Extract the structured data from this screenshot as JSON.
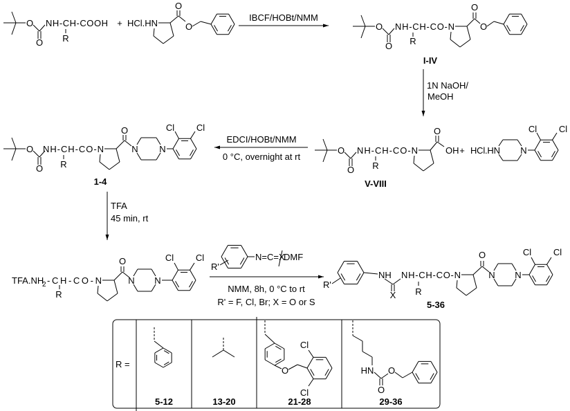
{
  "atoms": {
    "O": "O",
    "N": "N",
    "Cl": "Cl",
    "OH": "OH",
    "X": "X",
    "R": "R",
    "R_prime": "R'",
    "NH": "NH",
    "HN": "HN"
  },
  "plus": "+",
  "compounds": {
    "boc_amino_acid": {
      "chain": "NH-CH-COOH"
    },
    "proline_ester_salt": {
      "salt": "HCl.HN"
    },
    "I_IV": {
      "chain": "NH-CH-CO-N",
      "label": "I-IV"
    },
    "V_VIII": {
      "chain": "NH-CH-CO-N",
      "label": "V-VIII"
    },
    "piperazine_salt": {
      "salt": "HCl.HN"
    },
    "c1_4": {
      "chain": "NH-CH-CO-N",
      "label": "1-4"
    },
    "tfa_salt": {
      "prefix": "TFA.NH",
      "subscript": "2",
      "chain": "-CH-CO-N"
    },
    "isocyanate": {
      "group": "N=C=X",
      "solvent": "DMF"
    },
    "c5_36": {
      "chain": "NH-CH-CO-N",
      "label": "5-36"
    }
  },
  "reactions": {
    "step1": {
      "reagents": "IBCF/HOBt/NMM"
    },
    "step2": {
      "line1": "1N NaOH/",
      "line2": "MeOH"
    },
    "step3": {
      "line1": "EDCI/HOBt/NMM",
      "line2": "0 °C, overnight at rt"
    },
    "step4": {
      "line1": "TFA",
      "line2": "45 min, rt"
    },
    "step5": {
      "line1": "NMM, 8h, 0 °C to rt",
      "line2": "R' = F, Cl, Br; X = O or S"
    }
  },
  "r_groups": {
    "label": "R =",
    "entries": [
      {
        "compounds": "5-12"
      },
      {
        "compounds": "13-20"
      },
      {
        "compounds": "21-28"
      },
      {
        "compounds": "29-36"
      }
    ]
  }
}
